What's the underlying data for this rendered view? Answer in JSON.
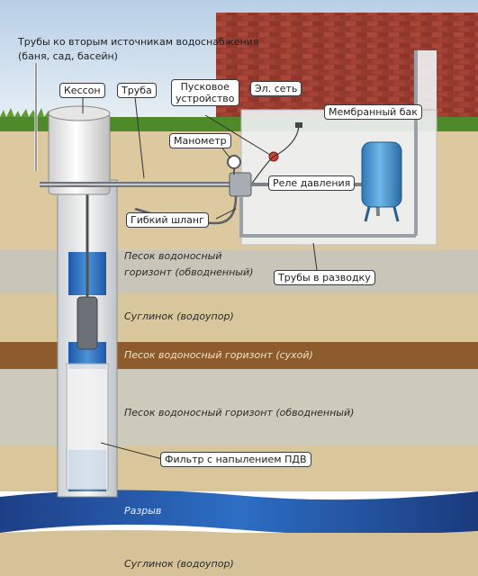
{
  "labels": {
    "pipes_second_sources_line1": "Трубы ко вторым источникам водоснабжения",
    "pipes_second_sources_line2": "(баня, сад, басейн)",
    "caisson": "Кессон",
    "pipe": "Труба",
    "starter_line1": "Пусковое",
    "starter_line2": "устройство",
    "power": "Эл. сеть",
    "manometer": "Манометр",
    "membrane_tank": "Мембранный бак",
    "pressure_relay": "Реле давления",
    "flex_hose": "Гибкий шланг",
    "pipes_distribution": "Трубы в разводку",
    "filter": "Фильтр с напылением ПДВ"
  },
  "layers": {
    "sand_wet_1_line1": "Песок водоносный",
    "sand_wet_1_line2": "горизонт (обводненный)",
    "loam_1": "Суглинок (водоупор)",
    "sand_dry": "Песок водоносный горизонт (сухой)",
    "sand_wet_2": "Песок водоносный горизонт (обводненный)",
    "fault": "Разрыв",
    "loam_2": "Суглинок (водоупор)"
  },
  "colors": {
    "sky": "#cfe0ee",
    "brick": "#9a3b2e",
    "grass": "#4f8a2a",
    "soil_light": "#d9c79a",
    "soil_grey": "#c7c3b6",
    "soil_brown": "#8a5a2b",
    "water": "#2a5fb0",
    "tank": "#3a8fcf"
  }
}
